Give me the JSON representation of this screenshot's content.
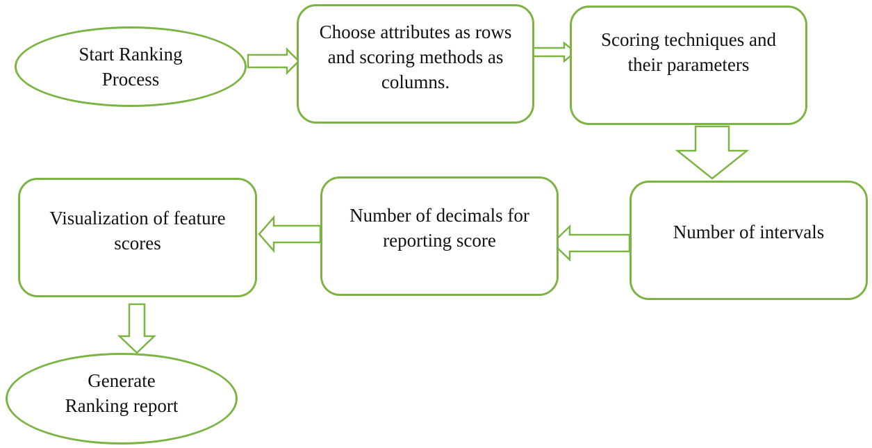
{
  "nodes": {
    "start": "Start Ranking Process",
    "choose": "Choose attributes as rows and scoring methods as columns.",
    "techniques": "Scoring techniques and their parameters",
    "intervals": "Number of intervals",
    "decimals": "Number of decimals for reporting score",
    "visualization": "Visualization of feature scores",
    "report": "Generate Ranking report"
  },
  "colors": {
    "border": "#7cb444",
    "background": "#ffffff",
    "text": "#111111"
  },
  "flow_order": [
    "start",
    "choose",
    "techniques",
    "intervals",
    "decimals",
    "visualization",
    "report"
  ]
}
